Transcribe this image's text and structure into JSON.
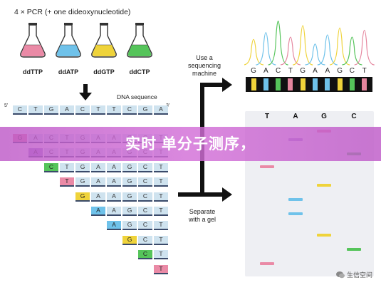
{
  "title": "4 × PCR (+ one dideoxynucleotide)",
  "flasks": [
    {
      "label": "ddTTP",
      "color": "#ea8aa6"
    },
    {
      "label": "ddATP",
      "color": "#6fc2ea"
    },
    {
      "label": "ddGTP",
      "color": "#efd33a"
    },
    {
      "label": "ddCTP",
      "color": "#55c45a"
    }
  ],
  "dna_sequence_label": "DNA sequence",
  "five_prime": "5'",
  "three_prime": "3'",
  "template_bases": [
    "C",
    "T",
    "G",
    "A",
    "C",
    "T",
    "T",
    "C",
    "G",
    "A"
  ],
  "fragments": [
    {
      "bases": [
        "G",
        "A",
        "C",
        "T",
        "G",
        "A",
        "A",
        "G",
        "C",
        "T"
      ],
      "terminal_color": "#e5869e"
    },
    {
      "bases": [
        "A",
        "C",
        "T",
        "G",
        "A",
        "A",
        "G",
        "C",
        "T"
      ],
      "terminal_color": "#9e86cf"
    },
    {
      "bases": [
        "C",
        "T",
        "G",
        "A",
        "A",
        "G",
        "C",
        "T"
      ],
      "terminal_color": "#55c45a"
    },
    {
      "bases": [
        "T",
        "G",
        "A",
        "A",
        "G",
        "C",
        "T"
      ],
      "terminal_color": "#ea8aa6"
    },
    {
      "bases": [
        "G",
        "A",
        "A",
        "G",
        "C",
        "T"
      ],
      "terminal_color": "#efd33a"
    },
    {
      "bases": [
        "A",
        "A",
        "G",
        "C",
        "T"
      ],
      "terminal_color": "#6fc2ea"
    },
    {
      "bases": [
        "A",
        "G",
        "C",
        "T"
      ],
      "terminal_color": "#6fc2ea"
    },
    {
      "bases": [
        "G",
        "C",
        "T"
      ],
      "terminal_color": "#efd33a"
    },
    {
      "bases": [
        "C",
        "T"
      ],
      "terminal_color": "#55c45a"
    },
    {
      "bases": [
        "T"
      ],
      "terminal_color": "#ea8aa6"
    }
  ],
  "machine_label_lines": [
    "Use a",
    "sequencing",
    "machine"
  ],
  "gel_label_lines": [
    "Separate",
    "with a gel"
  ],
  "read_sequence": [
    "G",
    "A",
    "C",
    "T",
    "G",
    "A",
    "A",
    "G",
    "C",
    "T"
  ],
  "read_colors": [
    "#efd33a",
    "#6fc2ea",
    "#55c45a",
    "#e5869e",
    "#efd33a",
    "#6fc2ea",
    "#6fc2ea",
    "#efd33a",
    "#55c45a",
    "#e5869e"
  ],
  "gel_lanes": [
    "T",
    "A",
    "G",
    "C"
  ],
  "gel_bands": [
    {
      "lane": 3,
      "level": 0.18,
      "color": "#55c45a"
    },
    {
      "lane": 0,
      "level": 0.27,
      "color": "#ea8aa6"
    },
    {
      "lane": 2,
      "level": 0.4,
      "color": "#efd33a"
    },
    {
      "lane": 1,
      "level": 0.5,
      "color": "#6fc2ea"
    },
    {
      "lane": 1,
      "level": 0.6,
      "color": "#6fc2ea"
    },
    {
      "lane": 2,
      "level": 0.75,
      "color": "#efd33a"
    },
    {
      "lane": 3,
      "level": 0.85,
      "color": "#55c45a"
    },
    {
      "lane": 0,
      "level": 0.95,
      "color": "#ea8aa6"
    },
    {
      "lane": 1,
      "level": 0.08,
      "color": "#9e86cf"
    },
    {
      "lane": 2,
      "level": 0.02,
      "color": "#e5869e"
    }
  ],
  "banner_text": "实时 单分子测序，",
  "watermark_text": "生信空间"
}
